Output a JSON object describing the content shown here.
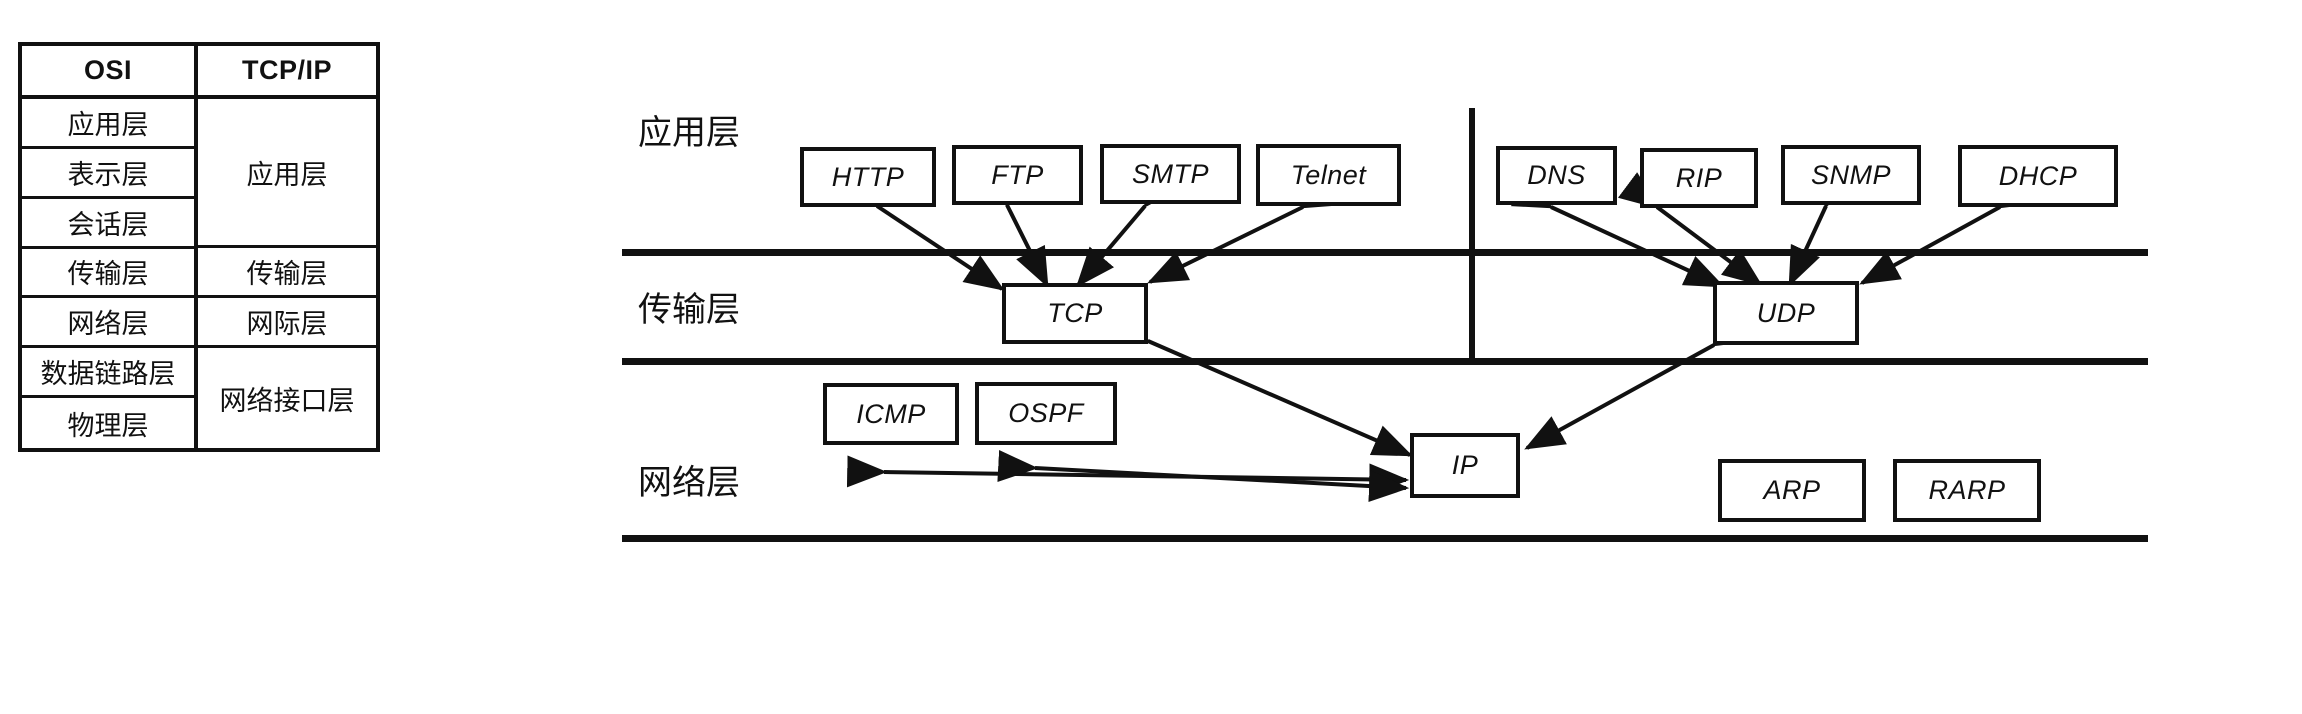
{
  "table": {
    "headers": {
      "osi": "OSI",
      "tcpip": "TCP/IP"
    },
    "osi_layers": [
      "应用层",
      "表示层",
      "会话层",
      "传输层",
      "网络层",
      "数据链路层",
      "物理层"
    ],
    "tcpip_layers": [
      "应用层",
      "传输层",
      "网际层",
      "网络接口层"
    ]
  },
  "diagram": {
    "layer_labels": {
      "application": "应用层",
      "transport": "传输层",
      "network": "网络层"
    },
    "application_protocols_left": [
      "HTTP",
      "FTP",
      "SMTP",
      "Telnet"
    ],
    "application_protocols_right": [
      "DNS",
      "RIP",
      "SNMP",
      "DHCP"
    ],
    "transport_protocols": [
      "TCP",
      "UDP"
    ],
    "network_protocols": [
      "ICMP",
      "OSPF",
      "IP",
      "ARP",
      "RARP"
    ]
  },
  "colors": {
    "ink": "#111111",
    "paper": "#ffffff"
  }
}
